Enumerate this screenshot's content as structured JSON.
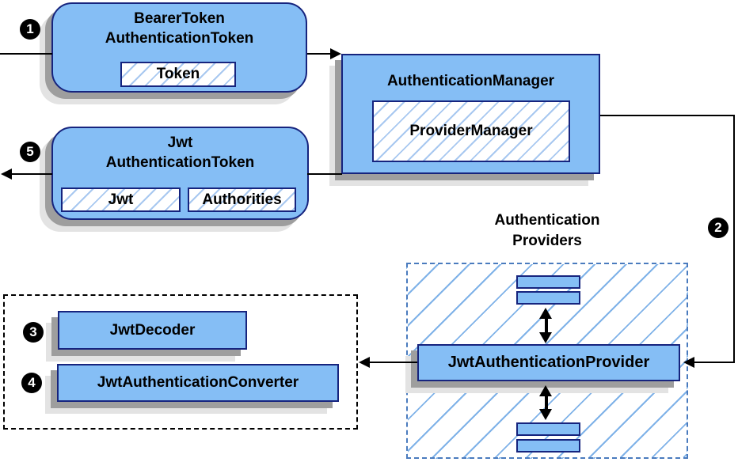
{
  "steps": [
    "1",
    "2",
    "3",
    "4",
    "5"
  ],
  "boxes": {
    "bearer": {
      "line1": "BearerToken",
      "line2": "AuthenticationToken",
      "field": "Token"
    },
    "manager": {
      "title": "AuthenticationManager",
      "inner": "ProviderManager"
    },
    "jwt": {
      "line1": "Jwt",
      "line2": "AuthenticationToken",
      "field1": "Jwt",
      "field2": "Authorities"
    },
    "providers": {
      "label1": "Authentication",
      "label2": "Providers",
      "provider": "JwtAuthenticationProvider"
    },
    "decoder": "JwtDecoder",
    "converter": "JwtAuthenticationConverter"
  },
  "colors": {
    "box_fill": "#85BEF5",
    "box_border": "#16247E",
    "hatch": "#A8C8F0",
    "providers_hatch": "#7FB2E8",
    "dashed_border": "#4A7BBE",
    "shadow_dark": "#9E9E9E",
    "shadow_light": "#E3E3E3",
    "arrow": "#000000"
  }
}
